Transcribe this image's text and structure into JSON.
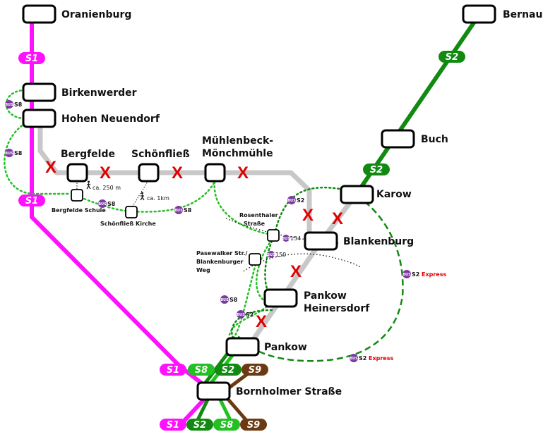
{
  "colors": {
    "s1": "#ff10ff",
    "s2": "#128a12",
    "s8": "#22c022",
    "s9": "#6b3a12",
    "bus": "#7b3aa0",
    "closed": "#e00000",
    "track": "#c8c8c8"
  },
  "stations": {
    "oranienburg": "Oranienburg",
    "birkenwerder": "Birkenwerder",
    "hohen_neuendorf": "Hohen Neuendorf",
    "bergfelde": "Bergfelde",
    "schoenfliess": "Schönfließ",
    "muehlenbeck_1": "Mühlenbeck-",
    "muehlenbeck_2": "Mönchmühle",
    "bernau": "Bernau",
    "buch": "Buch",
    "karow": "Karow",
    "blankenburg": "Blankenburg",
    "pankow_heinersdorf_1": "Pankow",
    "pankow_heinersdorf_2": "Heinersdorf",
    "pankow": "Pankow",
    "bornholmer": "Bornholmer Straße"
  },
  "bus_stops": {
    "bergfelde_schule": "Bergfelde Schule",
    "schoenfliess_kirche": "Schönfließ Kirche",
    "rosenthaler_1": "Rosenthaler",
    "rosenthaler_2": "Straße",
    "pasewalker_1": "Pasewalker Str./",
    "pasewalker_2": "Blankenburger",
    "pasewalker_3": "Weg"
  },
  "walk": {
    "bergfelde": "ca. 250 m",
    "schoenfliess": "ca. 1km"
  },
  "lines": {
    "s1": "S1",
    "s2": "S2",
    "s8": "S8",
    "s9": "S9",
    "bus": "BUS",
    "bus_s8": "S8",
    "bus_s2": "S2",
    "bus_154": "154",
    "bus_150": "150",
    "express": "Express"
  },
  "closed_symbol": "X"
}
